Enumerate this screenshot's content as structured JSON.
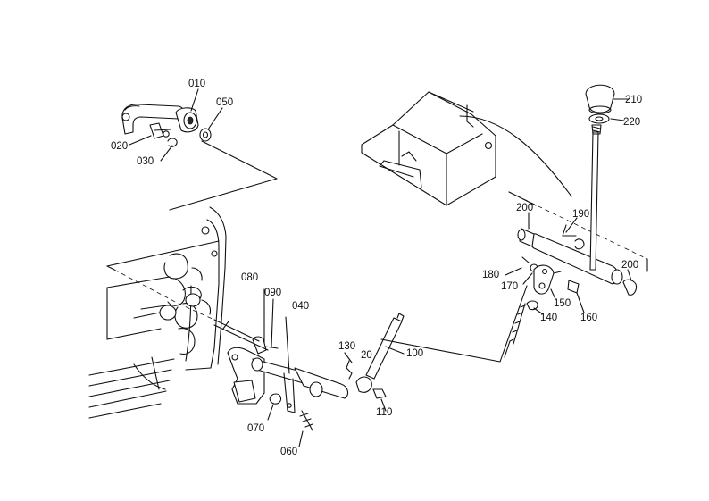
{
  "labels": {
    "p010": "010",
    "p020": "020",
    "p030": "030",
    "p050": "050",
    "p060": "060",
    "p070": "070",
    "p080": "080",
    "p090": "090",
    "p040": "040",
    "p100": "100",
    "p110": "110",
    "p120": "20",
    "p130": "130",
    "p140": "140",
    "p150": "150",
    "p160": "160",
    "p170": "170",
    "p180": "180",
    "p190": "190",
    "p200a": "200",
    "p200b": "200",
    "p210": "210",
    "p220": "220"
  }
}
